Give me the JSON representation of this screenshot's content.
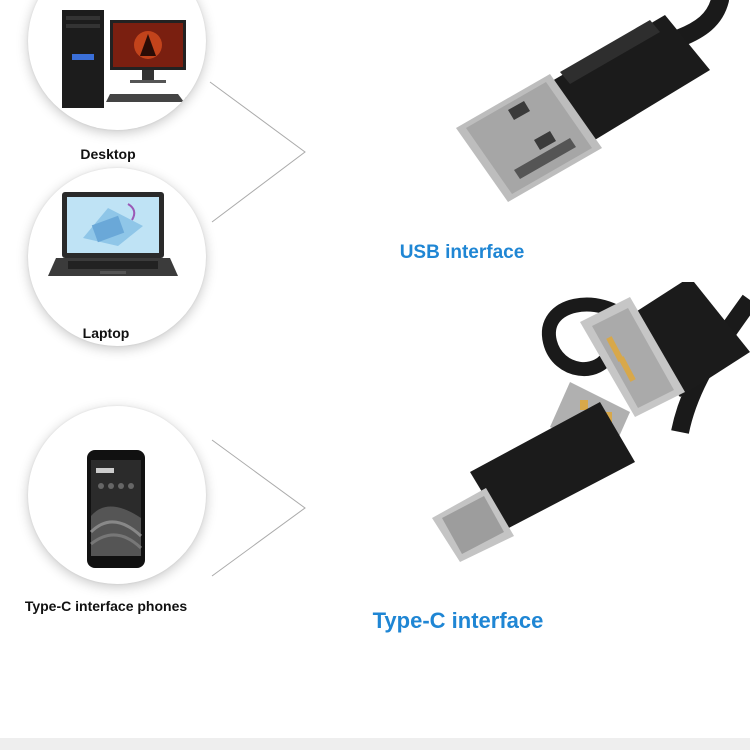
{
  "devices": [
    {
      "label": "Desktop",
      "icon": "desktop-computer-icon"
    },
    {
      "label": "Laptop",
      "icon": "laptop-icon"
    },
    {
      "label": "Type-C interface phones",
      "icon": "smartphone-icon"
    }
  ],
  "interfaces": [
    {
      "label": "USB interface",
      "icon": "usb-connector-icon"
    },
    {
      "label": "Type-C interface",
      "icon": "type-c-connector-icon"
    }
  ],
  "colors": {
    "accent": "#1f86d4",
    "cable": "#1a1a1a",
    "connector_metal": "#b8b8b8",
    "background": "#ffffff"
  }
}
